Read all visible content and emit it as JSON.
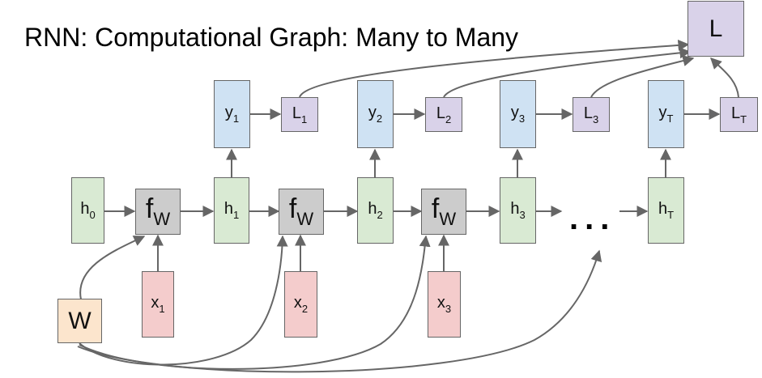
{
  "title": "RNN: Computational Graph: Many to Many",
  "nodes": {
    "h0": {
      "base": "h",
      "sub": "0"
    },
    "h1": {
      "base": "h",
      "sub": "1"
    },
    "h2": {
      "base": "h",
      "sub": "2"
    },
    "h3": {
      "base": "h",
      "sub": "3"
    },
    "hT": {
      "base": "h",
      "sub": "T"
    },
    "f1": {
      "base": "f",
      "sub": "W"
    },
    "f2": {
      "base": "f",
      "sub": "W"
    },
    "f3": {
      "base": "f",
      "sub": "W"
    },
    "x1": {
      "base": "x",
      "sub": "1"
    },
    "x2": {
      "base": "x",
      "sub": "2"
    },
    "x3": {
      "base": "x",
      "sub": "3"
    },
    "y1": {
      "base": "y",
      "sub": "1"
    },
    "y2": {
      "base": "y",
      "sub": "2"
    },
    "y3": {
      "base": "y",
      "sub": "3"
    },
    "yT": {
      "base": "y",
      "sub": "T"
    },
    "L1": {
      "base": "L",
      "sub": "1"
    },
    "L2": {
      "base": "L",
      "sub": "2"
    },
    "L3": {
      "base": "L",
      "sub": "3"
    },
    "LT": {
      "base": "L",
      "sub": "T"
    },
    "L": {
      "base": "L"
    },
    "W": {
      "base": "W"
    }
  },
  "ellipsis": "...",
  "colors": {
    "hidden": "#d9ead3",
    "output": "#cfe2f3",
    "loss": "#d9d2e9",
    "function": "#cccccc",
    "input": "#f4cccc",
    "weights": "#fce5cd",
    "arrow": "#666666"
  }
}
